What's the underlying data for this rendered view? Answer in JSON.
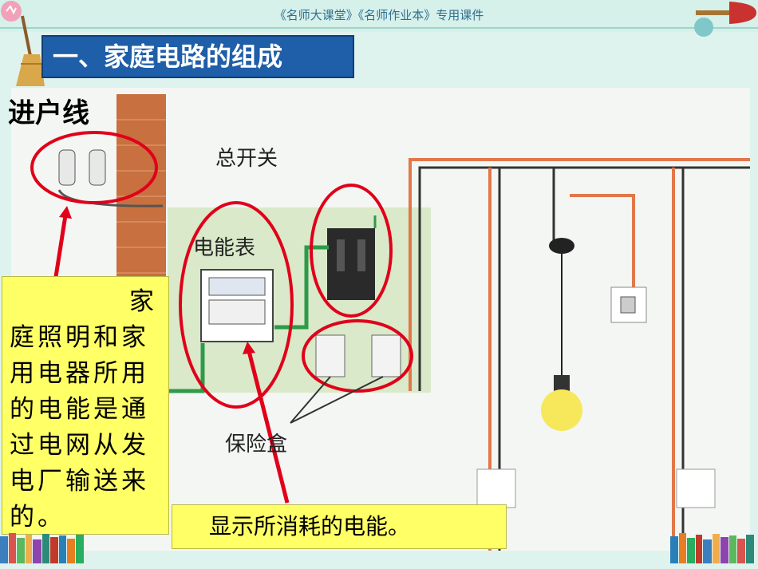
{
  "header": {
    "text": "《名师大课堂》《名师作业本》专用课件"
  },
  "title": "一、家庭电路的组成",
  "labels": {
    "incoming": "进户线",
    "main_switch": "总开关",
    "meter": "电能表",
    "fuse_box": "保险盒"
  },
  "note": "家庭照明和家用电器所用的电能是通过电网从发电厂输送来的。",
  "caption": "显示所消耗的电能。",
  "colors": {
    "title_bg": "#1f5ea8",
    "note_bg": "#ffff66",
    "circle": "#e0001a",
    "wire_orange": "#e2774a",
    "wire_green": "#2e9a4a"
  }
}
